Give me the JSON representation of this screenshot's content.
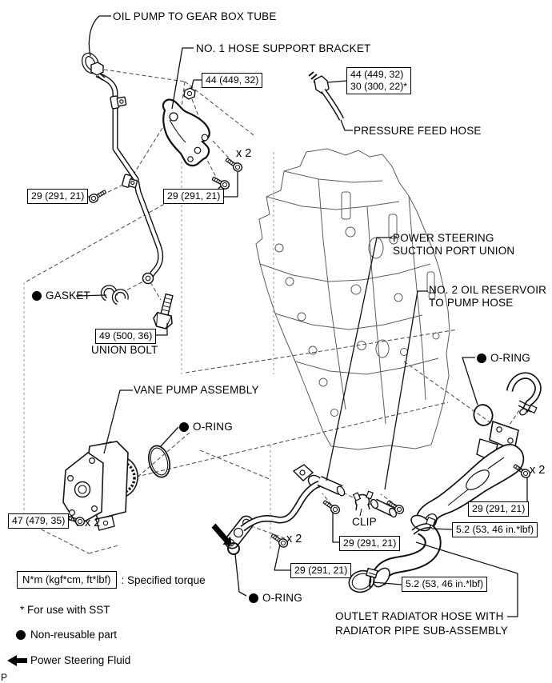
{
  "part_labels": [
    "OIL PUMP TO GEAR BOX TUBE",
    "NO. 1 HOSE SUPPORT BRACKET",
    "PRESSURE FEED HOSE",
    "POWER STEERING",
    "SUCTION PORT UNION",
    "NO. 2 OIL RESERVOIR",
    "TO PUMP HOSE",
    "VANE PUMP ASSEMBLY",
    "UNION BOLT",
    "CLIP",
    "OUTLET RADIATOR HOSE WITH",
    "RADIATOR PIPE SUB-ASSEMBLY"
  ],
  "bullet_labels": [
    "GASKET",
    "O-RING",
    "O-RING",
    "O-RING"
  ],
  "torque_boxes": [
    {
      "lines": [
        "44 (449, 32)"
      ]
    },
    {
      "lines": [
        "44 (449, 32)",
        "30 (300, 22)*"
      ]
    },
    {
      "lines": [
        "29 (291, 21)"
      ]
    },
    {
      "lines": [
        "29 (291, 21)"
      ]
    },
    {
      "lines": [
        "49 (500, 36)"
      ]
    },
    {
      "lines": [
        "47 (479, 35)"
      ]
    },
    {
      "lines": [
        "29 (291, 21)"
      ]
    },
    {
      "lines": [
        "29 (291, 21)"
      ]
    },
    {
      "lines": [
        "5.2 (53, 46 in.*lbf)"
      ]
    },
    {
      "lines": [
        "29 (291, 21)"
      ]
    },
    {
      "lines": [
        "5.2 (53, 46 in.*lbf)"
      ]
    }
  ],
  "quantity_labels": [
    "x 2",
    "x 2",
    "x 2",
    "x 2"
  ],
  "legend": {
    "torque_box_label": "N*m (kgf*cm, ft*lbf)",
    "torque_desc": ": Specified torque",
    "sst_note": "* For use with SST",
    "nonreusable": "Non-reusable part",
    "fluid": "Power Steering Fluid",
    "page_marker": "P"
  }
}
